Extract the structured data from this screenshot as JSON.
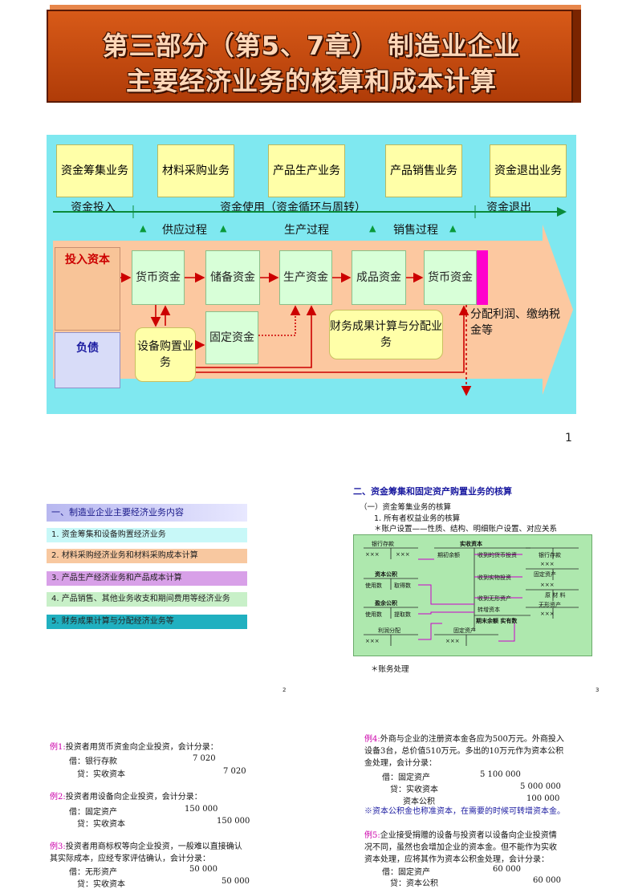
{
  "slide1": {
    "title_line1": "第三部分（第5、7章） 制造业企业",
    "title_line2": "主要经济业务的核算和成本计算",
    "top_boxes": [
      "资金筹集业务",
      "材料采购业务",
      "产品生产业务",
      "产品销售业务",
      "资金退出业务"
    ],
    "phases": [
      "资金投入",
      "资金使用（资金循环与周转）",
      "资金退出"
    ],
    "processes": [
      "供应过程",
      "生产过程",
      "销售过程"
    ],
    "left_labels": [
      "投入资本",
      "负债"
    ],
    "flow_boxes": [
      "货币资金",
      "储备资金",
      "生产资金",
      "成品资金",
      "货币资金"
    ],
    "fixed_asset": "固定资金",
    "equipment": "设备购置业务",
    "finance_result": "财务成果计算与分配业务",
    "profit_dist": "分配利润、缴纳税金等",
    "page": "1"
  },
  "slide2": {
    "heading": "一、制造业企业主要经济业务内容",
    "items": [
      {
        "text": "1. 资金筹集和设备购置经济业务",
        "color": "#c8f8f8"
      },
      {
        "text": "2. 材料采购经济业务和材料采购成本计算",
        "color": "#f8c8a0"
      },
      {
        "text": "3. 产品生产经济业务和产品成本计算",
        "color": "#d8a0e8"
      },
      {
        "text": "4. 产品销售、其他业务收支和期间费用等经济业务",
        "color": "#c8f0c8"
      },
      {
        "text": "5. 财务成果计算与分配经济业务等",
        "color": "#20b0c0"
      }
    ],
    "page": "2"
  },
  "slide3": {
    "title": "二、资金筹集和固定资产购置业务的核算",
    "sub1": "（一）资金筹集业务的核算",
    "sub2": "1. 所有者权益业务的核算",
    "sub3": "＊账户设置——性质、结构、明细账户设置、对应关系",
    "accounts": {
      "bank": "银行存款",
      "paid_in": "实收资本",
      "capital_reserve": "资本公积",
      "surplus": "盈余公积",
      "profit_dist": "利润分配",
      "fixed": "固定资产",
      "materials": "原 材 料",
      "intangible": "无形资产",
      "xxx": "×××",
      "beg_balance": "期初余额",
      "recv_cash": "收到的货币投资",
      "recv_goods": "收到实物投资",
      "recv_intangible": "收到无形资产",
      "transfer": "转增资本",
      "end_balance": "期末余额 实有数",
      "used": "使用数",
      "withdraw": "取得数",
      "used2": "使用数",
      "withdraw2": "提取数"
    },
    "note": "＊账务处理",
    "page": "3"
  },
  "slide4": {
    "ex1_label": "例1:",
    "ex1_text": "投资者用货币资金向企业投资，会计分录：",
    "ex1_dr": "借：银行存款",
    "ex1_dr_amt": "7 020",
    "ex1_cr": "贷：实收资本",
    "ex1_cr_amt": "7 020",
    "ex2_label": "例2:",
    "ex2_text": "投资者用设备向企业投资，会计分录：",
    "ex2_dr": "借：固定资产",
    "ex2_dr_amt": "150 000",
    "ex2_cr": "贷：实收资本",
    "ex2_cr_amt": "150 000",
    "ex3_label": "例3:",
    "ex3_text1": "投资者用商标权等向企业投资，一般难以直接确认",
    "ex3_text2": "其实际成本，应经专家评估确认，会计分录：",
    "ex3_dr": "借：无形资产",
    "ex3_dr_amt": "50 000",
    "ex3_cr": "贷：实收资本",
    "ex3_cr_amt": "50 000"
  },
  "slide5": {
    "ex4_label": "例4:",
    "ex4_text1": "外商与企业的注册资本金各应为500万元。外商投入",
    "ex4_text2": "设备3台，总价值510万元。多出的10万元作为资本公积",
    "ex4_text3": "金处理，会计分录：",
    "ex4_dr": "借：固定资产",
    "ex4_dr_amt": "5 100 000",
    "ex4_cr1": "贷：实收资本",
    "ex4_cr1_amt": "5 000 000",
    "ex4_cr2": "资本公积",
    "ex4_cr2_amt": "100 000",
    "ex4_note": "※资本公积金也称准资本，在需要的时候可转增资本金。",
    "ex5_label": "例5:",
    "ex5_text1": "企业接受捐赠的设备与投资者以设备向企业投资情",
    "ex5_text2": "况不同，虽然也会增加企业的资本金。但不能作为实收",
    "ex5_text3": "资本处理，应将其作为资本公积金处理，会计分录：",
    "ex5_dr": "借：固定资产",
    "ex5_dr_amt": "60 000",
    "ex5_cr": "贷：资本公积",
    "ex5_cr_amt": "60 000"
  }
}
